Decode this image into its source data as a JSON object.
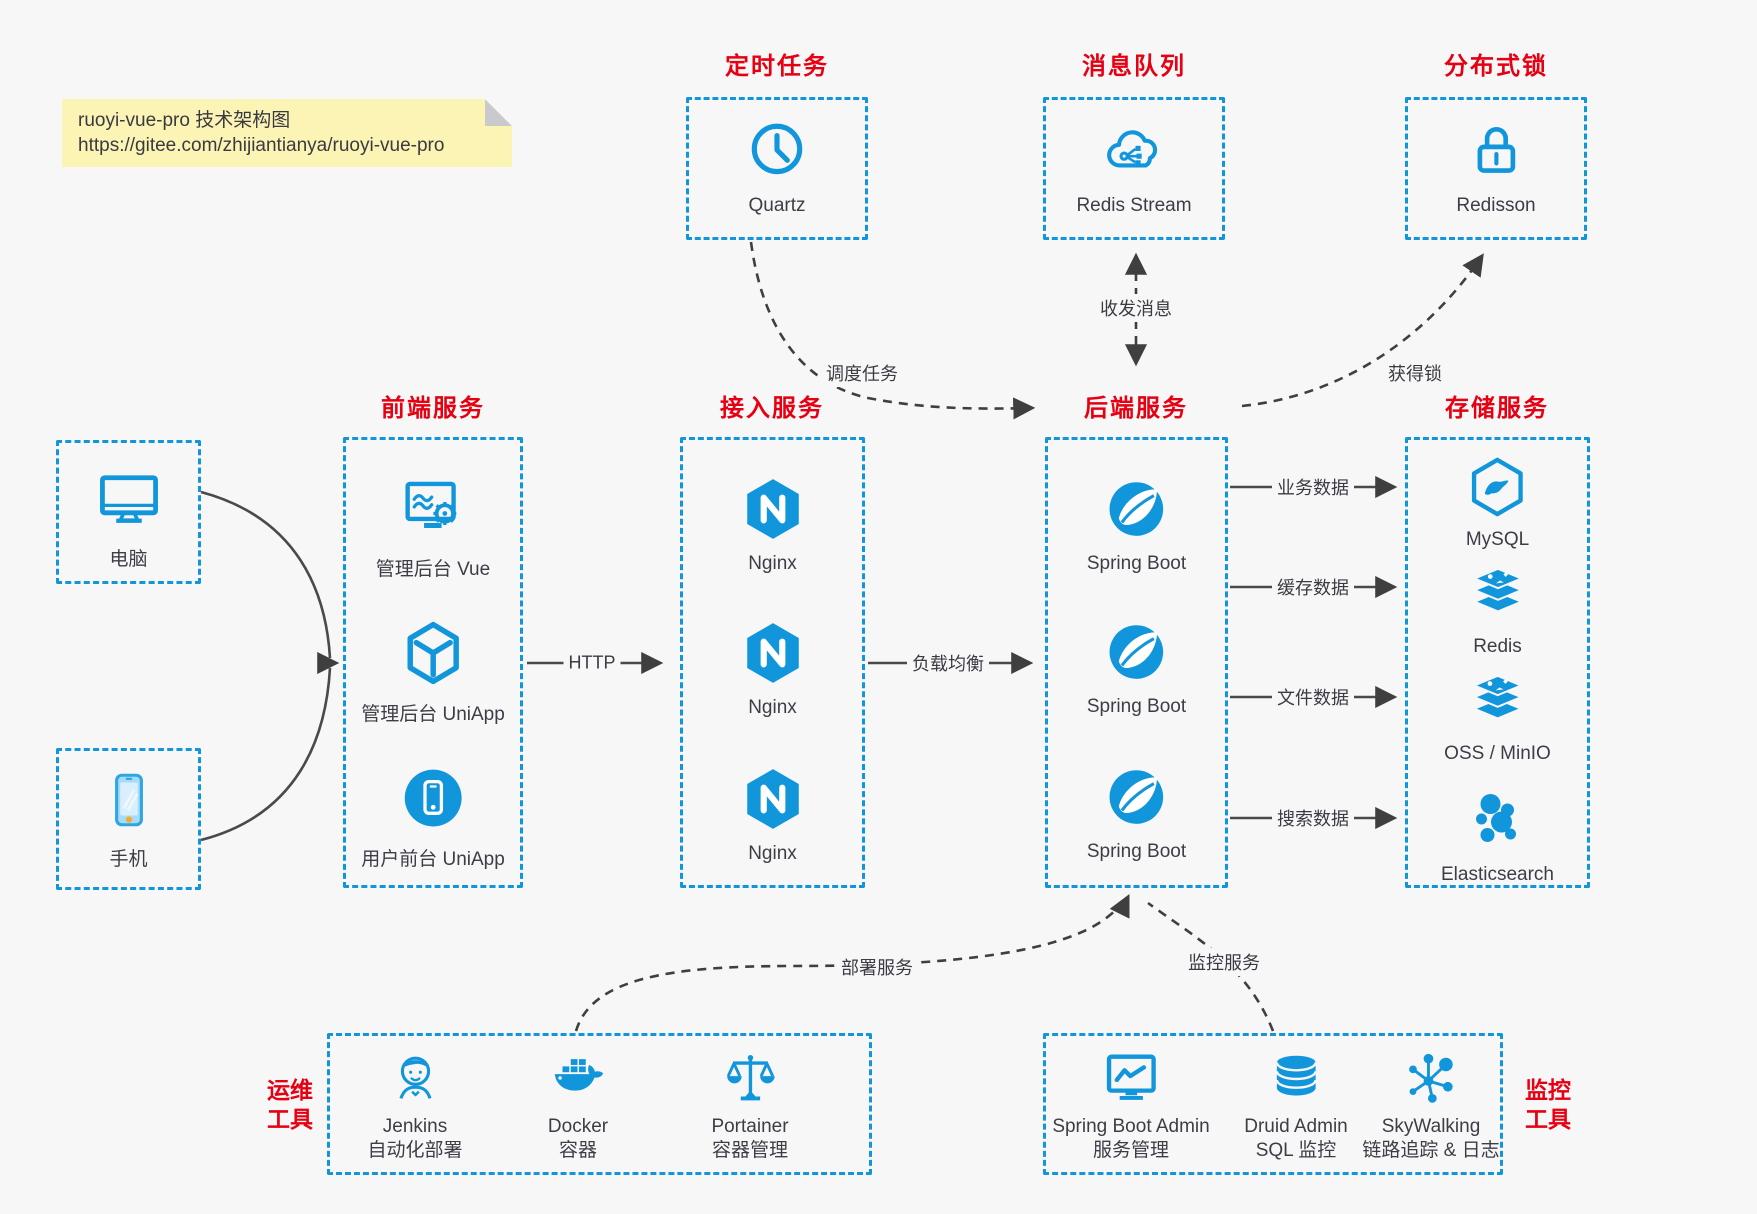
{
  "note": {
    "line1": "ruoyi-vue-pro 技术架构图",
    "line2": "https://gitee.com/zhijiantianya/ruoyi-vue-pro"
  },
  "colors": {
    "accent_blue": "#1296db",
    "title_red": "#e60012",
    "line_dark": "#3f3f3f",
    "note_yellow": "#fbf4b4",
    "background": "#f7f7f8"
  },
  "groups": {
    "scheduled": {
      "title": "定时任务",
      "items": [
        {
          "label": "Quartz",
          "icon": "clock-icon"
        }
      ]
    },
    "mq": {
      "title": "消息队列",
      "items": [
        {
          "label": "Redis Stream",
          "icon": "cloud-message-icon"
        }
      ]
    },
    "lock": {
      "title": "分布式锁",
      "items": [
        {
          "label": "Redisson",
          "icon": "lock-icon"
        }
      ]
    },
    "clients": {
      "items": [
        {
          "label": "电脑",
          "icon": "desktop-icon"
        },
        {
          "label": "手机",
          "icon": "smartphone-icon"
        }
      ]
    },
    "frontend": {
      "title": "前端服务",
      "items": [
        {
          "label": "管理后台 Vue",
          "icon": "vue-admin-icon"
        },
        {
          "label": "管理后台 UniApp",
          "icon": "uniapp-icon"
        },
        {
          "label": "用户前台 UniApp",
          "icon": "uniapp-user-icon"
        }
      ]
    },
    "gateway": {
      "title": "接入服务",
      "items": [
        {
          "label": "Nginx",
          "icon": "nginx-icon"
        },
        {
          "label": "Nginx",
          "icon": "nginx-icon"
        },
        {
          "label": "Nginx",
          "icon": "nginx-icon"
        }
      ]
    },
    "backend": {
      "title": "后端服务",
      "items": [
        {
          "label": "Spring Boot",
          "icon": "spring-boot-icon"
        },
        {
          "label": "Spring Boot",
          "icon": "spring-boot-icon"
        },
        {
          "label": "Spring Boot",
          "icon": "spring-boot-icon"
        }
      ]
    },
    "storage": {
      "title": "存储服务",
      "items": [
        {
          "label": "MySQL",
          "icon": "mysql-icon"
        },
        {
          "label": "Redis",
          "icon": "redis-icon"
        },
        {
          "label": "OSS / MinIO",
          "icon": "minio-icon"
        },
        {
          "label": "Elasticsearch",
          "icon": "elasticsearch-icon"
        }
      ]
    },
    "devops": {
      "title_line1": "运维",
      "title_line2": "工具",
      "items": [
        {
          "name": "Jenkins",
          "desc": "自动化部署",
          "icon": "jenkins-icon"
        },
        {
          "name": "Docker",
          "desc": "容器",
          "icon": "docker-icon"
        },
        {
          "name": "Portainer",
          "desc": "容器管理",
          "icon": "portainer-icon"
        }
      ]
    },
    "monitoring": {
      "title_line1": "监控",
      "title_line2": "工具",
      "items": [
        {
          "name": "Spring Boot Admin",
          "desc": "服务管理",
          "icon": "spring-boot-admin-icon"
        },
        {
          "name": "Druid Admin",
          "desc": "SQL 监控",
          "icon": "druid-icon"
        },
        {
          "name": "SkyWalking",
          "desc": "链路追踪 & 日志",
          "icon": "skywalking-icon"
        }
      ]
    }
  },
  "edges": {
    "http": "HTTP",
    "load_balance": "负载均衡",
    "schedule": "调度任务",
    "messages": "收发消息",
    "acquire_lock": "获得锁",
    "business_data": "业务数据",
    "cache_data": "缓存数据",
    "file_data": "文件数据",
    "search_data": "搜索数据",
    "deploy": "部署服务",
    "monitor": "监控服务"
  }
}
